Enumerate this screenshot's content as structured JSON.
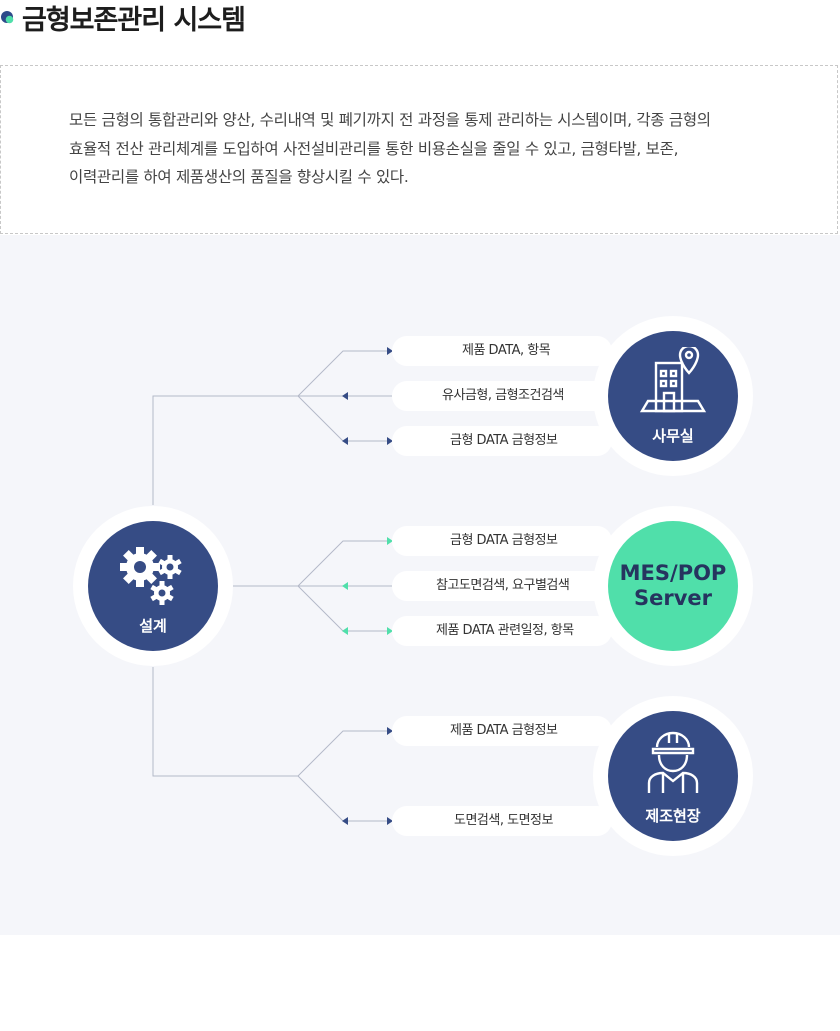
{
  "title": "금형보존관리 시스템",
  "description": [
    "모든 금형의 통합관리와 양산, 수리내역 및 폐기까지 전 과정을 통제 관리하는 시스템이며, 각종 금형의",
    "효율적 전산 관리체계를 도입하여 사전설비관리를 통한 비용손실을 줄일 수 있고, 금형타발, 보존,",
    "이력관리를 하여 제품생산의 품질을 향상시킬 수 있다."
  ],
  "colors": {
    "navy": "#364c85",
    "mint": "#50dfaa",
    "line": "#b4b9c8"
  },
  "source_node": {
    "label": "설계",
    "icon": "gears-icon"
  },
  "targets": [
    {
      "label": "사무실",
      "icon": "office-building-location-icon",
      "flows": [
        {
          "label": "제품 DATA, 항목",
          "direction": "to-target"
        },
        {
          "label": "유사금형, 금형조건검색",
          "direction": "to-source"
        },
        {
          "label": "금형 DATA 금형정보",
          "direction": "to-target"
        }
      ]
    },
    {
      "label": "MES/POP Server",
      "label_lines": [
        "MES/POP",
        "Server"
      ],
      "flows": [
        {
          "label": "금형 DATA 금형정보",
          "direction": "to-target"
        },
        {
          "label": "참고도면검색, 요구별검색",
          "direction": "to-source"
        },
        {
          "label": "제품 DATA 관련일정, 항목",
          "direction": "to-target"
        }
      ]
    },
    {
      "label": "제조현장",
      "icon": "hardhat-worker-icon",
      "flows": [
        {
          "label": "제품 DATA 금형정보",
          "direction": "to-target"
        },
        {
          "label": "도면검색, 도면정보",
          "direction": "to-source"
        }
      ]
    }
  ]
}
